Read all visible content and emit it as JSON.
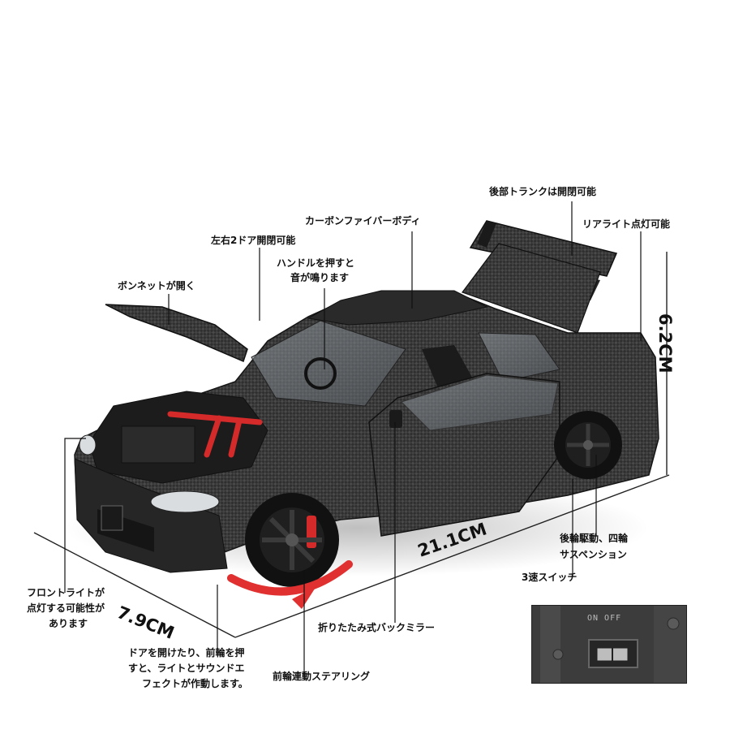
{
  "labels": {
    "trunk": "後部トランクは開閉可能",
    "carbon_body": "カーボンファイバーボディ",
    "rear_light": "リアライト点灯可能",
    "doors": "左右2ドア開閉可能",
    "handle_sound_line1": "ハンドルを押すと",
    "handle_sound_line2": "音が鳴ります",
    "bonnet": "ボンネットが開く",
    "rwd_line1": "後輪駆動、四輪",
    "rwd_line2": "サスペンション",
    "switch": "3速スイッチ",
    "headlight_line1": "フロントライトが",
    "headlight_line2": "点灯する可能性が",
    "headlight_line3": "あります",
    "mirror": "折りたたみ式バックミラー",
    "door_action_line1": "ドアを開けたり、前輪を押",
    "door_action_line2": "すと、ライトとサウンドエ",
    "door_action_line3": "フェクトが作動します。",
    "steering": "前輪連動ステアリング"
  },
  "dimensions": {
    "length": "21.1CM",
    "height": "6.2CM",
    "width": "7.9CM"
  },
  "inset": {
    "switch_text": "ON OFF"
  },
  "colors": {
    "body": "#2e2e2e",
    "carbon_light": "#4a4a4a",
    "accent_red": "#d42a2a",
    "arrow_red": "#e03030",
    "line": "#222222"
  }
}
